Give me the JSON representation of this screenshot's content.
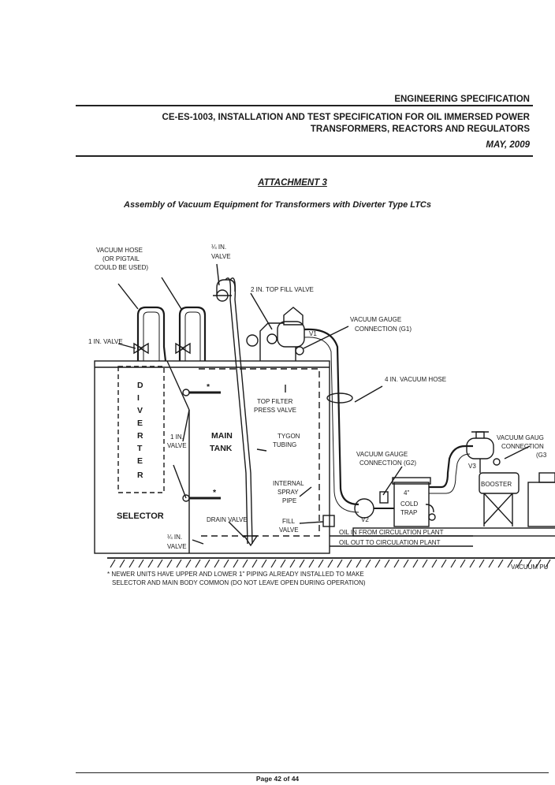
{
  "header": {
    "doc_type": "ENGINEERING SPECIFICATION",
    "doc_id": "CE-ES-1003,",
    "title_line1": "INSTALLATION AND TEST  SPECIFICATION FOR OIL IMMERSED POWER",
    "title_line2": "TRANSFORMERS, REACTORS AND REGULATORS",
    "date": "MAY, 2009"
  },
  "attachment": "ATTACHMENT 3",
  "subtitle": "Assembly of Vacuum Equipment for Transformers with Diverter Type LTCs",
  "diagram": {
    "labels": {
      "vacuum_hose_1": "VACUUM HOSE",
      "vacuum_hose_2": "(OR PIGTAIL",
      "vacuum_hose_3": "COULD BE USED)",
      "quarter_valve_1": "¼ IN.",
      "quarter_valve_2": "VALVE",
      "top_fill": "2 IN. TOP FILL VALVE",
      "one_in_valve": "1 IN. VALVE",
      "gauge_g1_1": "VACUUM GAUGE",
      "gauge_g1_2": "CONNECTION (G1)",
      "v1": "V1",
      "four_in_hose": "4 IN. VACUUM HOSE",
      "diverter": [
        "D",
        "I",
        "V",
        "E",
        "R",
        "T",
        "E",
        "R"
      ],
      "top_filter_1": "TOP FILTER",
      "top_filter_2": "PRESS VALVE",
      "main_1": "MAIN",
      "main_2": "TANK",
      "tygon_1": "TYGON",
      "tygon_2": "TUBING",
      "one_in_1": "1 IN.",
      "one_in_2": "VALVE",
      "spray_1": "INTERNAL",
      "spray_2": "SPRAY",
      "spray_3": "PIPE",
      "selector": "SELECTOR",
      "drain_valve": "DRAIN VALVE",
      "fill_1": "FILL",
      "fill_2": "VALVE",
      "quarter_bottom_1": "¼ IN.",
      "quarter_bottom_2": "VALVE",
      "gauge_g2_1": "VACUUM GAUGE",
      "gauge_g2_2": "CONNECTION (G2)",
      "cold_1": "4\"",
      "cold_2": "COLD",
      "cold_3": "TRAP",
      "v2": "V2",
      "v3": "V3",
      "gauge_g3_1": "VACUUM GAUG",
      "gauge_g3_2": "CONNECTION",
      "gauge_g3_3": "(G3",
      "booster": "BOOSTER",
      "oil_in": "OIL IN FROM CIRCULATION PLANT",
      "oil_out": "OIL OUT TO CIRCULATION PLANT",
      "vacuum_pump": "VACUUM PU",
      "star": "*"
    }
  },
  "note_line1": "* NEWER UNITS HAVE UPPER AND LOWER 1\" PIPING ALREADY INSTALLED TO MAKE",
  "note_line2": "SELECTOR AND MAIN BODY COMMON (DO NOT LEAVE OPEN DURING OPERATION)",
  "footer": "Page 42 of 44"
}
